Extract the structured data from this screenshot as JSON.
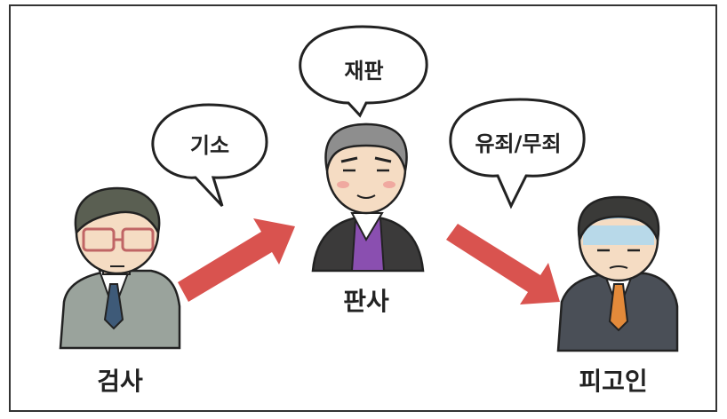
{
  "roles": {
    "prosecutor": "검사",
    "judge": "판사",
    "defendant": "피고인"
  },
  "speech": {
    "prosecutor": "기소",
    "judge": "재판",
    "defendant": "유죄/무죄"
  },
  "colors": {
    "arrow": "#d9534f",
    "robe": "#3b3a3a",
    "robe_stripe": "#8a4fb0",
    "suit": "#9aa39c",
    "suit_dark": "#4a4f57",
    "hair": "#5a5f52",
    "skin": "#f5dcc3"
  }
}
